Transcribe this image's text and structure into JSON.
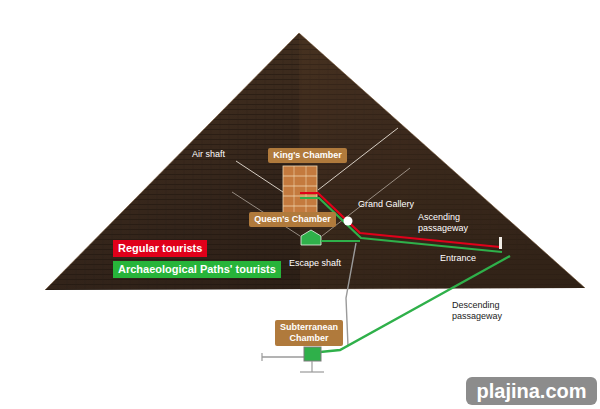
{
  "diagram": {
    "nodes": [
      {
        "text": [
          "King's Chamber"
        ]
      },
      {
        "text": [
          "Queen's Chamber"
        ]
      },
      {
        "text": [
          "Subterranean Chamber"
        ]
      }
    ],
    "labels": [
      "Air shaft",
      "Grand Gallery",
      "Ascending passageway",
      "Entrance",
      "Escape shaft",
      "Descending passageway",
      "plajina.com"
    ],
    "legend": [
      {
        "text": "Regular tourists",
        "color": "#e0001a"
      },
      {
        "text": "Archaeological Paths' tourists",
        "color": "#27b43a"
      }
    ]
  }
}
